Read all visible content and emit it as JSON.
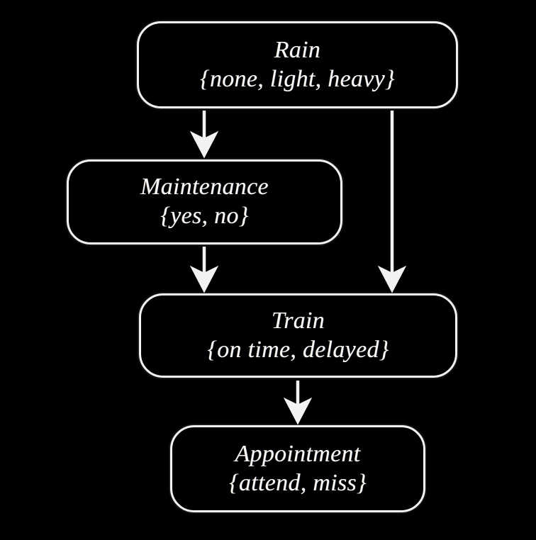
{
  "diagram": {
    "type": "bayesian-network",
    "background_color": "#000000",
    "node_border_color": "#f2f2f2",
    "text_color": "#fbfaf6",
    "edge_color": "#f2f2f2",
    "nodes": [
      {
        "id": "rain",
        "title": "Rain",
        "states": "{none, light, heavy}"
      },
      {
        "id": "maintenance",
        "title": "Maintenance",
        "states": "{yes, no}"
      },
      {
        "id": "train",
        "title": "Train",
        "states": "{on time, delayed}"
      },
      {
        "id": "appointment",
        "title": "Appointment",
        "states": "{attend, miss}"
      }
    ],
    "edges": [
      {
        "id": "rain-to-maintenance",
        "from": "rain",
        "to": "maintenance"
      },
      {
        "id": "rain-to-train",
        "from": "rain",
        "to": "train"
      },
      {
        "id": "maintenance-to-train",
        "from": "maintenance",
        "to": "train"
      },
      {
        "id": "train-to-appointment",
        "from": "train",
        "to": "appointment"
      }
    ]
  }
}
